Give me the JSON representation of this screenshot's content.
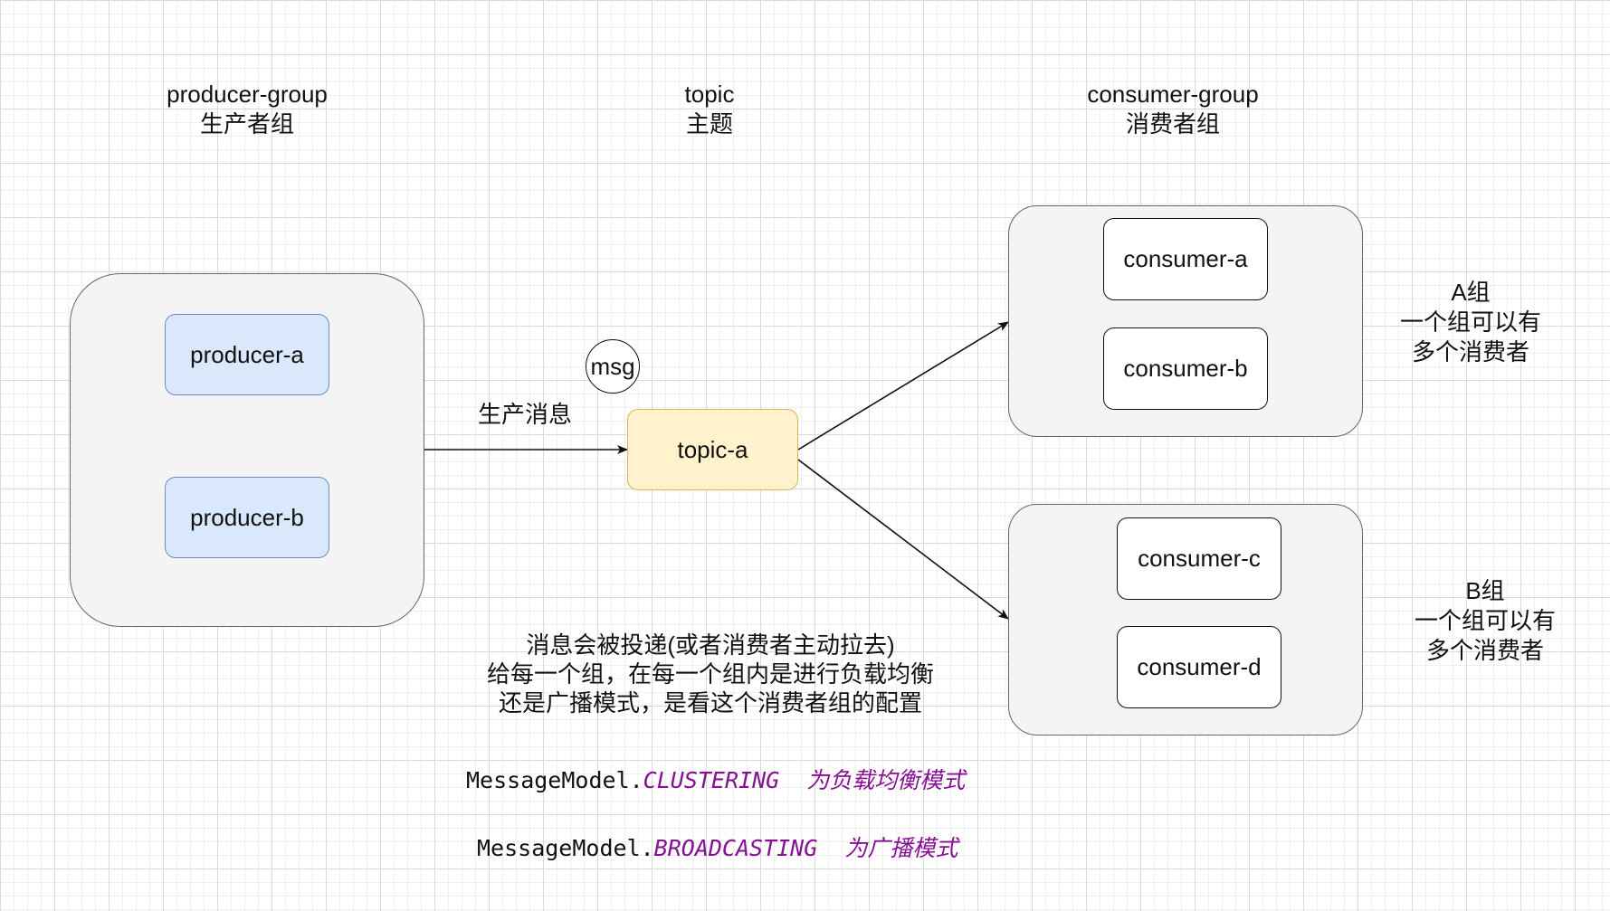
{
  "headers": {
    "producer": {
      "line1": "producer-group",
      "line2": "生产者组"
    },
    "topic": {
      "line1": "topic",
      "line2": "主题"
    },
    "consumer": {
      "line1": "consumer-group",
      "line2": "消费者组"
    }
  },
  "producers": [
    "producer-a",
    "producer-b"
  ],
  "topic_node": "topic-a",
  "msg_label": "msg",
  "produce_label": "生产消息",
  "consumer_groups": [
    {
      "consumers": [
        "consumer-a",
        "consumer-b"
      ],
      "note": {
        "line1": "A组",
        "line2": "一个组可以有",
        "line3": "多个消费者"
      }
    },
    {
      "consumers": [
        "consumer-c",
        "consumer-d"
      ],
      "note": {
        "line1": "B组",
        "line2": "一个组可以有",
        "line3": "多个消费者"
      }
    }
  ],
  "explanation": {
    "line1": "消息会被投递(或者消费者主动拉去)",
    "line2": "给每一个组，在每一个组内是进行负载均衡",
    "line3": "还是广播模式，是看这个消费者组的配置"
  },
  "code_lines": [
    {
      "prefix": "MessageModel.",
      "constant": "CLUSTERING",
      "comment": "为负载均衡模式"
    },
    {
      "prefix": "MessageModel.",
      "constant": "BROADCASTING",
      "comment": "为广播模式"
    }
  ],
  "colors": {
    "producer_fill": "#dae8fc",
    "producer_stroke": "#6c8ebf",
    "topic_fill": "#fff2cc",
    "topic_stroke": "#d6b656",
    "group_fill": "#f4f4f4",
    "code_constant": "#871094"
  }
}
